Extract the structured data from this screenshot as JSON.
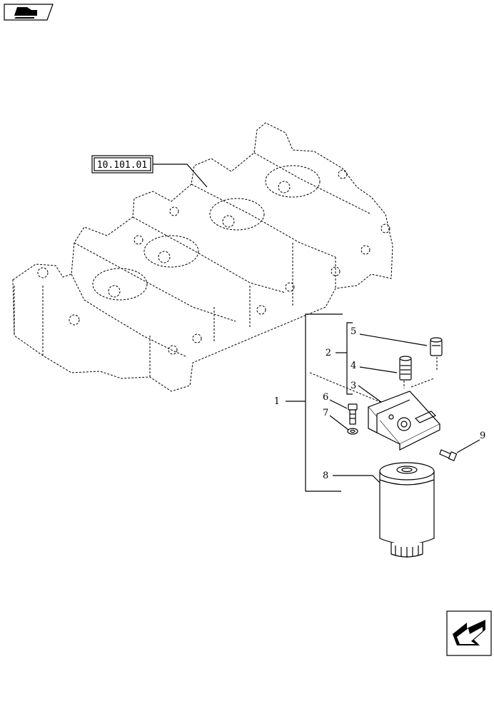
{
  "reference_box": {
    "code": "10.101.01"
  },
  "callouts": [
    {
      "id": "1",
      "text": "1"
    },
    {
      "id": "2",
      "text": "2"
    },
    {
      "id": "3",
      "text": "3"
    },
    {
      "id": "4",
      "text": "4"
    },
    {
      "id": "5",
      "text": "5"
    },
    {
      "id": "6",
      "text": "6"
    },
    {
      "id": "7",
      "text": "7"
    },
    {
      "id": "8",
      "text": "8"
    },
    {
      "id": "9",
      "text": "9"
    }
  ],
  "icons": {
    "top_left": "book-arrow-icon",
    "bottom_right": "previous-page-arrow-icon"
  }
}
